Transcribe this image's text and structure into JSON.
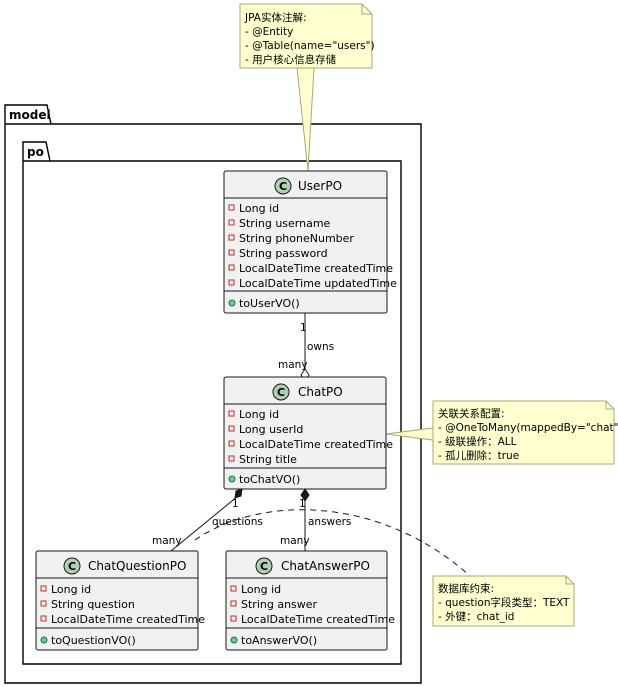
{
  "packages": {
    "outer": "model",
    "inner": "po"
  },
  "classes": {
    "user": {
      "name": "UserPO",
      "fields": [
        "Long id",
        "String username",
        "String phoneNumber",
        "String password",
        "LocalDateTime createdTime",
        "LocalDateTime updatedTime"
      ],
      "methods": [
        "toUserVO()"
      ]
    },
    "chat": {
      "name": "ChatPO",
      "fields": [
        "Long id",
        "Long userId",
        "LocalDateTime createdTime",
        "String title"
      ],
      "methods": [
        "toChatVO()"
      ]
    },
    "question": {
      "name": "ChatQuestionPO",
      "fields": [
        "Long id",
        "String question",
        "LocalDateTime createdTime"
      ],
      "methods": [
        "toQuestionVO()"
      ]
    },
    "answer": {
      "name": "ChatAnswerPO",
      "fields": [
        "Long id",
        "String answer",
        "LocalDateTime createdTime"
      ],
      "methods": [
        "toAnswerVO()"
      ]
    }
  },
  "class_icon_letter": "C",
  "notes": {
    "user": [
      "JPA实体注解:",
      "- @Entity",
      "- @Table(name=\"users\")",
      "- 用户核心信息存储"
    ],
    "chat": [
      "关联关系配置:",
      "- @OneToMany(mappedBy=\"chat\")",
      "- 级联操作：ALL",
      "- 孤儿删除：true"
    ],
    "db": [
      "数据库约束:",
      "- question字段类型：TEXT",
      "- 外键：chat_id"
    ]
  },
  "relations": {
    "owns": {
      "label": "owns",
      "from_mult": "1",
      "to_mult": "many"
    },
    "questions": {
      "label": "questions",
      "from_mult": "1",
      "to_mult": "many"
    },
    "answers": {
      "label": "answers",
      "from_mult": "1",
      "to_mult": "many"
    }
  },
  "colors": {
    "class_fill": "#f1f1f1",
    "class_border": "#181818",
    "icon_fill": "#add1b2",
    "icon_border": "#181818",
    "note_fill": "#fefece",
    "note_border": "#a8a878",
    "method_dot": "#84be84",
    "field_square": "#c82930"
  }
}
